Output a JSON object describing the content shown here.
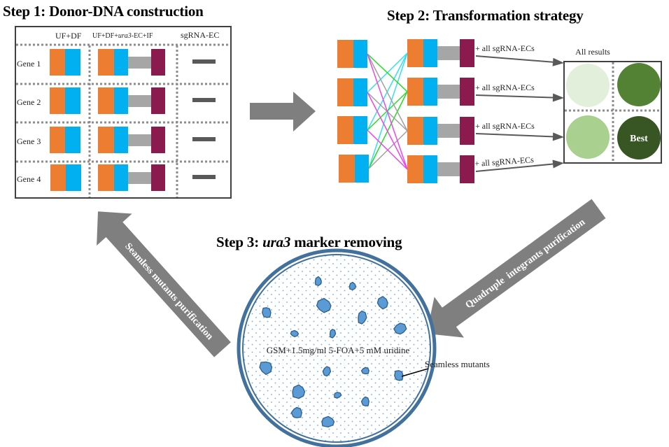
{
  "colors": {
    "uf": "#ED7D31",
    "df": "#00B0F0",
    "ura3": "#A6A6A6",
    "if": "#8B1A4E",
    "sgrna": "#595959",
    "arrow_gray": "#7F7F7F",
    "plate_border": "#41719C",
    "colony_fill": "#5B9BD5",
    "colony_stroke": "#2E5E8A",
    "dot": "#6FA8DC",
    "result_1": "#E2EFDA",
    "result_2": "#548235",
    "result_3": "#A9D08E",
    "result_best": "#375623",
    "line_cyan": "#33E0F0",
    "line_green": "#22DD22",
    "line_gray": "#A0A0A0",
    "line_magenta": "#EE44EE"
  },
  "step1": {
    "title": "Step 1: Donor-DNA construction",
    "columns": {
      "col1": "UF+DF",
      "col2_prefix": "UF+DF+",
      "col2_italic": "ura3",
      "col2_suffix": "-EC+IF",
      "col3": "sgRNA-EC"
    },
    "genes": [
      "Gene 1",
      "Gene 2",
      "Gene 3",
      "Gene 4"
    ]
  },
  "step2": {
    "title": "Step 2: Transformation strategy",
    "arrow_labels": [
      "+ all sgRNA-ECs",
      "+ all sgRNA-ECs",
      "+ all sgRNA-ECs",
      "+ all sgRNA-ECs"
    ],
    "results_title": "All results",
    "best_label": "Best"
  },
  "step3": {
    "title_prefix": "Step 3: ",
    "title_italic": "ura3",
    "title_suffix": " marker removing",
    "medium_label": "GSM+1.5mg/ml 5-FOA+5 mM uridine",
    "callout": "Seamless mutants"
  },
  "cycle_arrows": {
    "step1_to_step2": "",
    "step2_to_step3": "Quadruple  integrants purification",
    "step3_to_step1": "Seamless mutants purification"
  }
}
